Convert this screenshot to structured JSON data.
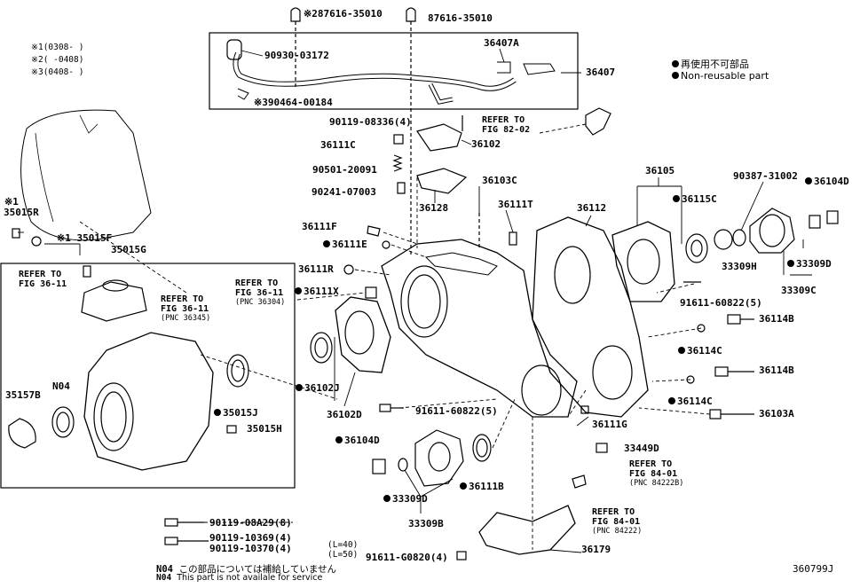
{
  "date_codes": [
    {
      "mark": "※1",
      "text": "(0308-    )"
    },
    {
      "mark": "※2",
      "text": "(     -0408)"
    },
    {
      "mark": "※3",
      "text": "(0408-    )"
    }
  ],
  "legend": {
    "jp": "再使用不可部品",
    "en": "Non-reusable part"
  },
  "parts": {
    "p87616a": "※287616-35010",
    "p87616b": "87616-35010",
    "p90930": "90930-03172",
    "p36407A": "36407A",
    "p36407": "36407",
    "p90464": "※390464-00184",
    "p90119a": "90119-08336(4)",
    "p36111C": "36111C",
    "p36102": "36102",
    "p90501": "90501-20091",
    "p90241": "90241-07003",
    "p36128": "36128",
    "p36103C": "36103C",
    "p36111T": "36111T",
    "p36105": "36105",
    "p90387": "90387-31002",
    "p36104D_r": "36104D",
    "p36112": "36112",
    "p36115C": "36115C",
    "p36111F": "36111F",
    "p36111E": "36111E",
    "p35015R_mark": "※1",
    "p35015R": "35015R",
    "p35015F": "※1 35015F",
    "p35015G": "35015G",
    "p33309H": "33309H",
    "p33309D_r": "33309D",
    "p33309C": "33309C",
    "p36111R": "36111R",
    "p36111X": "36111X",
    "p91611a": "91611-60822(5)",
    "p36114B_a": "36114B",
    "p36114C_a": "36114C",
    "p36114B_b": "36114B",
    "p36114C_b": "36114C",
    "p36103A": "36103A",
    "p35157B": "35157B",
    "pN04": "N04",
    "p35015J": "35015J",
    "p35015H": "35015H",
    "p36102J": "36102J",
    "p36102D": "36102D",
    "p91611b": "91611-60822(5)",
    "p36111G": "36111G",
    "p33449D": "33449D",
    "p36104D_b": "36104D",
    "p36111B": "36111B",
    "p33309D_b": "33309D",
    "p33309B": "33309B",
    "p90119b": "90119-08A29(8)",
    "p90119c": "90119-10369(4)",
    "p90119d": "90119-10370(4)",
    "pL40": "(L=40)",
    "pL50": "(L=50)",
    "p91611c": "91611-G0820(4)",
    "p36179": "36179"
  },
  "refs": {
    "r82": {
      "l1": "REFER TO",
      "l2": "FIG 82-02"
    },
    "r36a": {
      "l1": "REFER TO",
      "l2": "FIG 36-11"
    },
    "r36b": {
      "l1": "REFER TO",
      "l2": "FIG 36-11",
      "l3": "(PNC 36304)"
    },
    "r36c": {
      "l1": "REFER TO",
      "l2": "FIG 36-11",
      "l3": "(PNC 36345)"
    },
    "r84a": {
      "l1": "REFER TO",
      "l2": "FIG 84-01",
      "l3": "(PNC 84222B)"
    },
    "r84b": {
      "l1": "REFER TO",
      "l2": "FIG 84-01",
      "l3": "(PNC 84222)"
    }
  },
  "notes": {
    "n04_jp_code": "N04",
    "n04_jp": "この部品については補給していません",
    "n04_en_code": "N04",
    "n04_en": "This part is not availale for service"
  },
  "diagram_id": "360799J"
}
